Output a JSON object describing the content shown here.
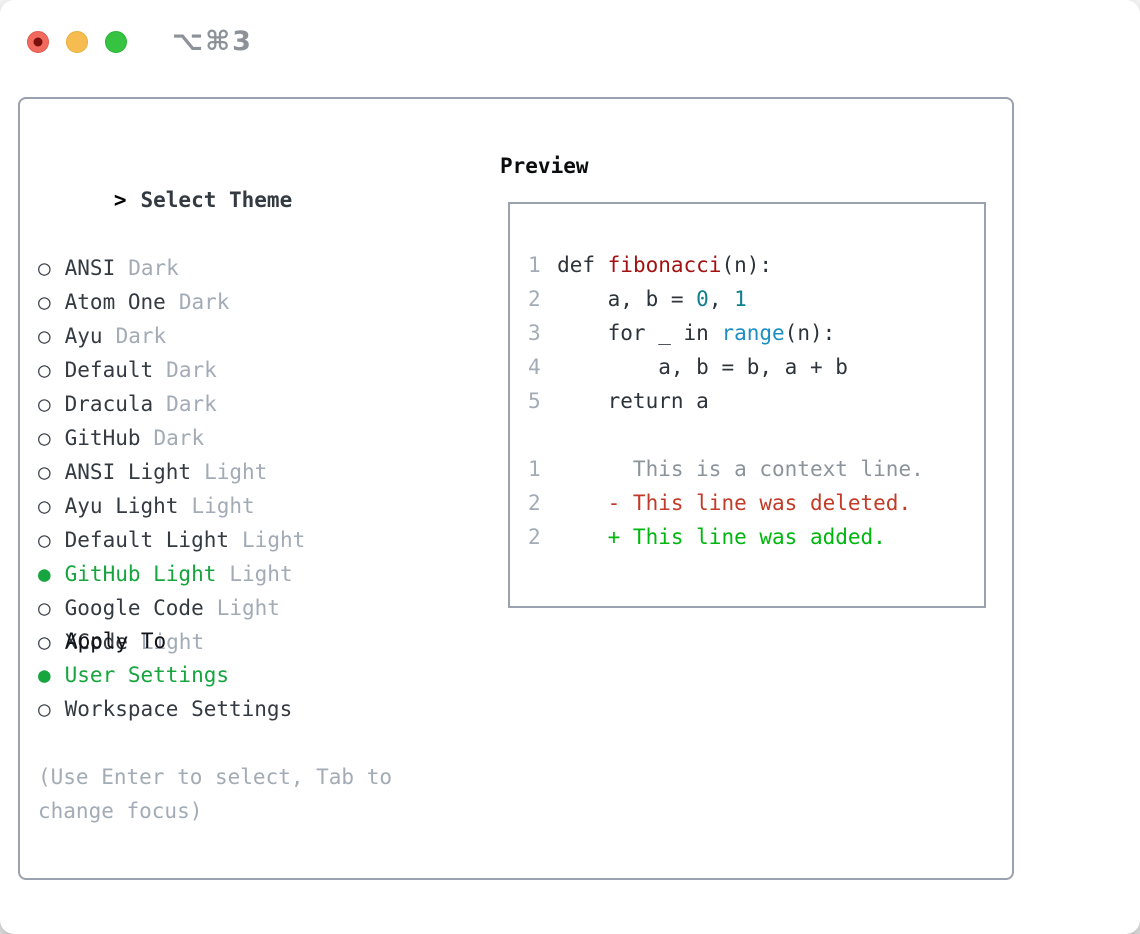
{
  "colors": {
    "accent-green": "#16a53e",
    "added-green": "#00b70f",
    "deleted-red": "#c23a28",
    "title-red": "#a31212",
    "number-teal": "#0e7f8b",
    "builtin-blue": "#1b8fc4",
    "muted-gray": "#a2abb6",
    "context-gray": "#8b939c",
    "dark-text": "#30363d",
    "border-gray": "#99a2ae",
    "traffic-red": "#f16a5d",
    "traffic-yellow": "#f6bc4f",
    "traffic-green": "#36c342"
  },
  "titlebar": {
    "shortcut": "⌥⌘3"
  },
  "markers": {
    "prompt": ">",
    "selected": "●",
    "unselected": "○"
  },
  "theme_select": {
    "title": "Select Theme",
    "items": [
      {
        "name": "ANSI",
        "tag": "Dark",
        "selected": false
      },
      {
        "name": "Atom One",
        "tag": "Dark",
        "selected": false
      },
      {
        "name": "Ayu",
        "tag": "Dark",
        "selected": false
      },
      {
        "name": "Default",
        "tag": "Dark",
        "selected": false
      },
      {
        "name": "Dracula",
        "tag": "Dark",
        "selected": false
      },
      {
        "name": "GitHub",
        "tag": "Dark",
        "selected": false
      },
      {
        "name": "ANSI Light",
        "tag": "Light",
        "selected": false
      },
      {
        "name": "Ayu Light",
        "tag": "Light",
        "selected": false
      },
      {
        "name": "Default Light",
        "tag": "Light",
        "selected": false
      },
      {
        "name": "GitHub Light",
        "tag": "Light",
        "selected": true
      },
      {
        "name": "Google Code",
        "tag": "Light",
        "selected": false
      },
      {
        "name": "XCode",
        "tag": "Light",
        "selected": false
      }
    ]
  },
  "apply_to": {
    "title": "Apply To",
    "options": [
      {
        "label": "User Settings",
        "selected": true
      },
      {
        "label": "Workspace Settings",
        "selected": false
      }
    ]
  },
  "hint": "(Use Enter to select, Tab to change focus)",
  "preview": {
    "title": "Preview",
    "lines": [
      {
        "segments": [
          {
            "t": "1",
            "c": "ln"
          },
          {
            "t": "def ",
            "c": "plain"
          },
          {
            "t": "fibonacci",
            "c": "fn"
          },
          {
            "t": "(n):",
            "c": "plain"
          }
        ]
      },
      {
        "segments": [
          {
            "t": "2",
            "c": "ln"
          },
          {
            "t": "    a, b = ",
            "c": "plain"
          },
          {
            "t": "0",
            "c": "num"
          },
          {
            "t": ", ",
            "c": "plain"
          },
          {
            "t": "1",
            "c": "num"
          }
        ]
      },
      {
        "segments": [
          {
            "t": "3",
            "c": "ln"
          },
          {
            "t": "    for _ in ",
            "c": "plain"
          },
          {
            "t": "range",
            "c": "builtin"
          },
          {
            "t": "(n):",
            "c": "plain"
          }
        ]
      },
      {
        "segments": [
          {
            "t": "4",
            "c": "ln"
          },
          {
            "t": "        a, b = b, a + b",
            "c": "plain"
          }
        ]
      },
      {
        "segments": [
          {
            "t": "5",
            "c": "ln"
          },
          {
            "t": "    return a",
            "c": "plain"
          }
        ]
      },
      {
        "segments": []
      },
      {
        "segments": [
          {
            "t": "1",
            "c": "ln"
          },
          {
            "t": "      This is a context line.",
            "c": "context"
          }
        ]
      },
      {
        "segments": [
          {
            "t": "2",
            "c": "ln"
          },
          {
            "t": "    - This line was deleted.",
            "c": "deleted"
          }
        ]
      },
      {
        "segments": [
          {
            "t": "2",
            "c": "ln"
          },
          {
            "t": "    + This line was added.",
            "c": "added"
          }
        ]
      }
    ]
  }
}
